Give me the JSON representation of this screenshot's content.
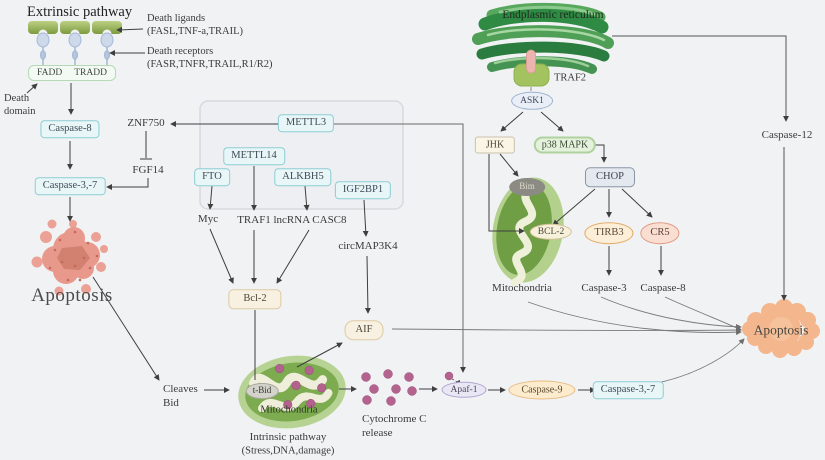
{
  "extrinsic": {
    "title": "Extrinsic pathway",
    "death_ligands_line1": "Death ligands",
    "death_ligands_line2": "(FASL,TNF-a,TRAIL)",
    "death_receptors_line1": "Death receptors",
    "death_receptors_line2": "(FASR,TNFR,TRAIL,R1/R2)",
    "fadd": "FADD",
    "tradd": "TRADD",
    "death_domain_line1": "Death",
    "death_domain_line2": "domain",
    "caspase8": "Caspase-8",
    "caspase37": "Caspase-3,-7",
    "apoptosis": "Apoptosis"
  },
  "regulators": {
    "mettl3": "METTL3",
    "mettl14": "METTL14",
    "fto": "FTO",
    "alkbh5": "ALKBH5",
    "igf2bp1": "IGF2BP1"
  },
  "mid": {
    "znf750": "ZNF750",
    "fgf14": "FGF14",
    "myc": "Myc",
    "traf1": "TRAF1",
    "lncrna_casc8": "lncRNA CASC8",
    "circmap3k4": "circMAP3K4",
    "bcl2": "Bcl-2",
    "aif": "AIF"
  },
  "intrinsic": {
    "cleaves": "Cleaves",
    "bid": "Bid",
    "tbid": "t-Bid",
    "mitochondria": "Mitochondria",
    "pathway_line1": "Intrinsic pathway",
    "pathway_line2": "(Stress,DNA,damage)",
    "cytochrome_line1": "Cytochrome C",
    "cytochrome_line2": "release",
    "apaf1": "Apaf-1",
    "caspase9": "Caspase-9",
    "caspase37": "Caspase-3,-7"
  },
  "er_branch": {
    "er": "Endplasmic reticulum",
    "traf2": "TRAF2",
    "ask1": "ASK1",
    "jhk": "JHK",
    "p38_mapk": "p38 MAPK",
    "chop": "CHOP",
    "bim": "Bim",
    "bcl2": "BCL-2",
    "tirb3": "TIRB3",
    "cr5": "CR5",
    "mitochondria": "Mitochondria",
    "caspase3": "Caspase-3",
    "caspase8": "Caspase-8",
    "caspase12": "Caspase-12",
    "apoptosis": "Apoptosis"
  },
  "colors": {
    "background": "#f1f2f4",
    "teal_node_border": "#8ccdd4",
    "teal_node_fill": "#e9f6f8",
    "beige_node_border": "#dccaa4",
    "organelle_green_dark": "#6f9e45",
    "organelle_green_light": "#b7d393",
    "er_green": "#2f8a44",
    "apoptosis_pink": "#e9998b",
    "apoptosis_orange": "#f3b68d",
    "cytochrome_purple": "#b4638e",
    "arrow_dark": "#3f3f3f",
    "arrow_gray": "#7f7f7f"
  }
}
